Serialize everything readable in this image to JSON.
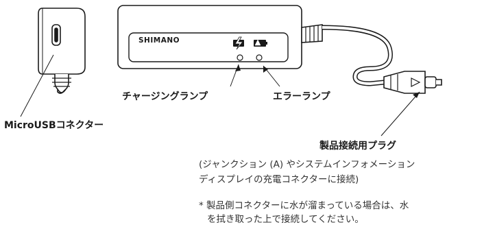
{
  "device": {
    "brand": "SHIMANO"
  },
  "labels": {
    "charge_lamp": "チャージングランプ",
    "error_lamp": "エラーランプ",
    "micro_usb": "MicroUSBコネクター",
    "product_plug": "製品接続用プラグ"
  },
  "description": {
    "line1": "(ジャンクション (A) やシステムインフォメーション",
    "line2": "ディスプレイの充電コネクターに接続)"
  },
  "note": {
    "line1": "* 製品側コネクターに水が溜まっている場合は、水",
    "line2": "を拭き取った上で接続してください。"
  },
  "colors": {
    "stroke": "#1a1a1a",
    "body_fill": "#ffffff"
  }
}
